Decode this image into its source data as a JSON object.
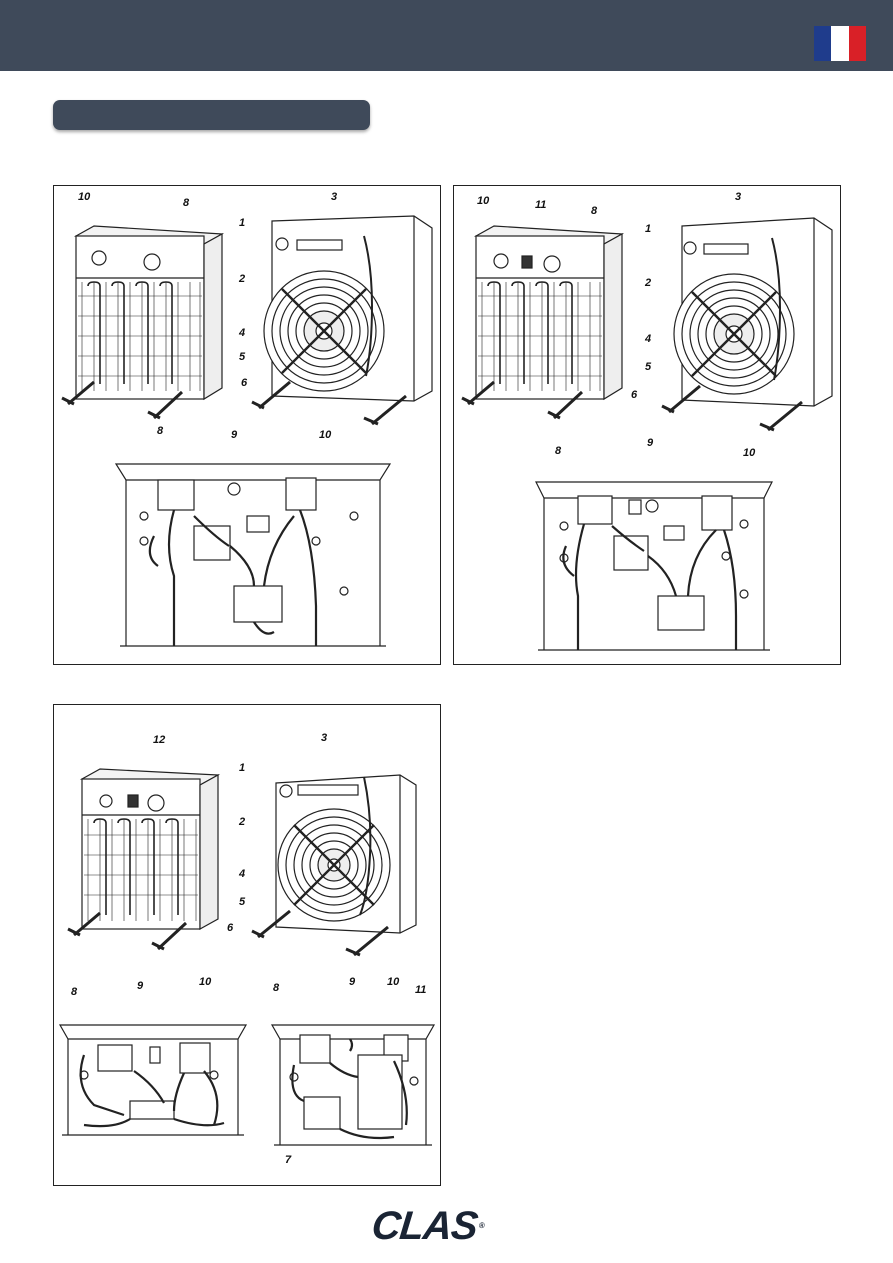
{
  "header": {
    "flag_colors": [
      "#1f3c8c",
      "#ffffff",
      "#d92027"
    ]
  },
  "section": {
    "title": ""
  },
  "colors": {
    "bar": "#3f4a5a",
    "line": "#222222"
  },
  "panel_a": {
    "labels": [
      "10",
      "8",
      "1",
      "2",
      "3",
      "4",
      "5",
      "6",
      "8",
      "9",
      "10"
    ]
  },
  "panel_b": {
    "labels": [
      "10",
      "11",
      "8",
      "1",
      "2",
      "3",
      "4",
      "5",
      "6",
      "8",
      "9",
      "10"
    ]
  },
  "panel_c": {
    "labels": [
      "12",
      "1",
      "2",
      "3",
      "4",
      "5",
      "6",
      "8",
      "9",
      "10",
      "8",
      "9",
      "10",
      "11",
      "7"
    ]
  },
  "footer": {
    "logo_text": "CLAS",
    "logo_mark": "®"
  }
}
